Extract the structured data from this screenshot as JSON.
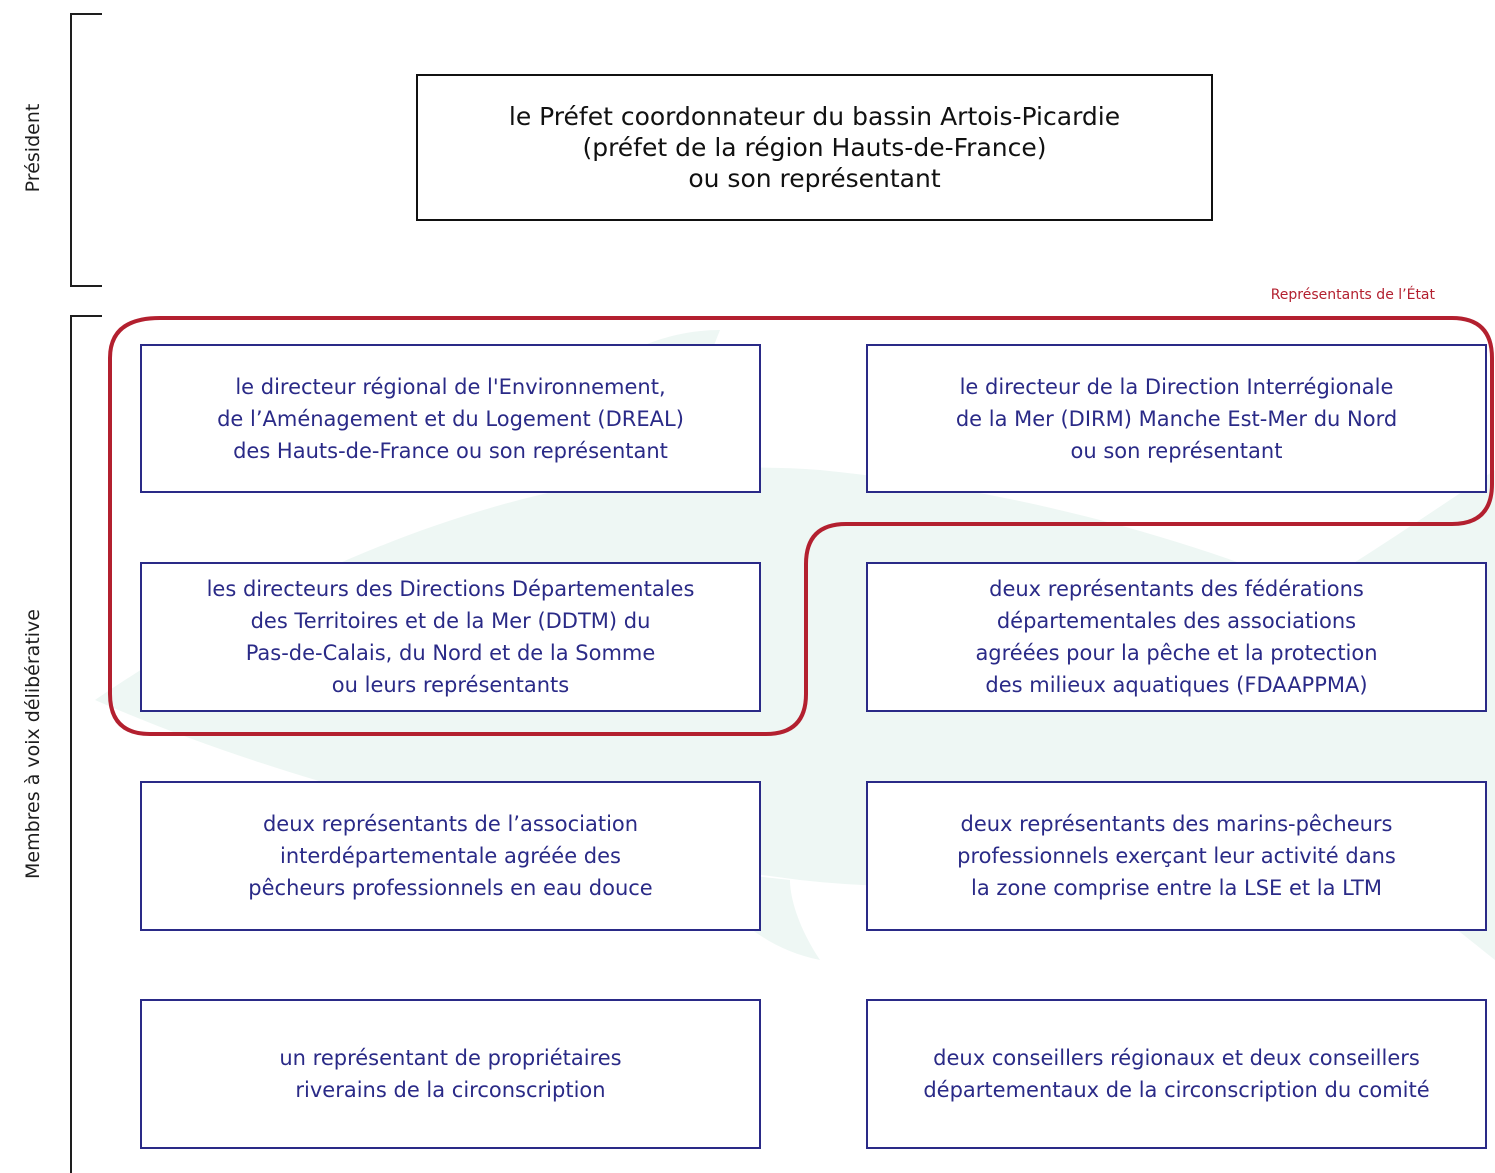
{
  "sections": {
    "president_label": "Président",
    "members_label": "Membres à voix délibérative"
  },
  "president": {
    "text": "le Préfet coordonnateur du bassin Artois-Picardie\n(préfet de la région Hauts-de-France)\nou son représentant"
  },
  "state_group": {
    "label": "Représentants de l’État",
    "color": "#b3202f"
  },
  "members": [
    {
      "text": "le directeur régional de l'Environnement,\nde l’Aménagement et du Logement (DREAL)\ndes Hauts-de-France ou son représentant"
    },
    {
      "text": "le directeur de la Direction Interrégionale\nde la Mer (DIRM) Manche Est-Mer du Nord\nou son représentant"
    },
    {
      "text": "les directeurs des Directions Départementales\ndes Territoires et de la Mer (DDTM) du\nPas-de-Calais, du Nord et de la Somme\nou leurs représentants"
    },
    {
      "text": "deux représentants des fédérations\ndépartementales des associations\nagréées pour la pêche et la protection\ndes milieux aquatiques (FDAAPPMA)"
    },
    {
      "text": "deux représentants de l’association\ninterdépartementale agréée des\npêcheurs professionnels en eau douce"
    },
    {
      "text": "deux représentants des marins-pêcheurs\nprofessionnels exerçant leur activité dans\nla zone comprise entre la LSE et la LTM"
    },
    {
      "text": "un représentant de propriétaires\nriverains de la circonscription"
    },
    {
      "text": "deux conseillers régionaux et deux conseillers\ndépartementaux de la circonscription du comité"
    }
  ],
  "colors": {
    "member_border": "#2a2a87",
    "president_border": "#111111",
    "watermark": "#eef7f4"
  }
}
